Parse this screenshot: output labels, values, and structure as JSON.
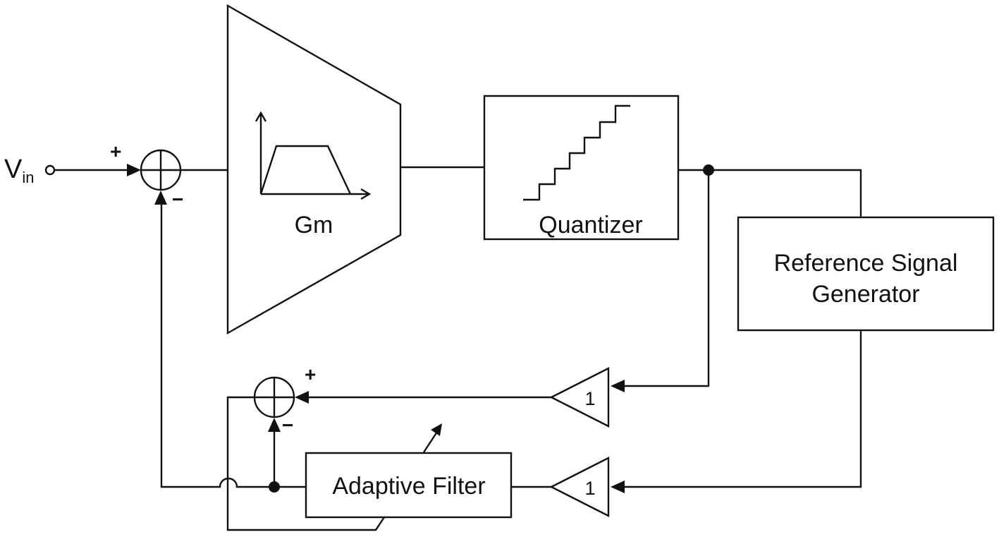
{
  "labels": {
    "input_main": "V",
    "input_sub": "in",
    "gm": "Gm",
    "quantizer": "Quantizer",
    "ref_line1": "Reference Signal",
    "ref_line2": "Generator",
    "adaptive_filter": "Adaptive Filter",
    "buffer_top_gain": "1",
    "buffer_bottom_gain": "1",
    "sum1_plus": "+",
    "sum1_minus": "−",
    "sum2_plus": "+",
    "sum2_minus": "−"
  }
}
